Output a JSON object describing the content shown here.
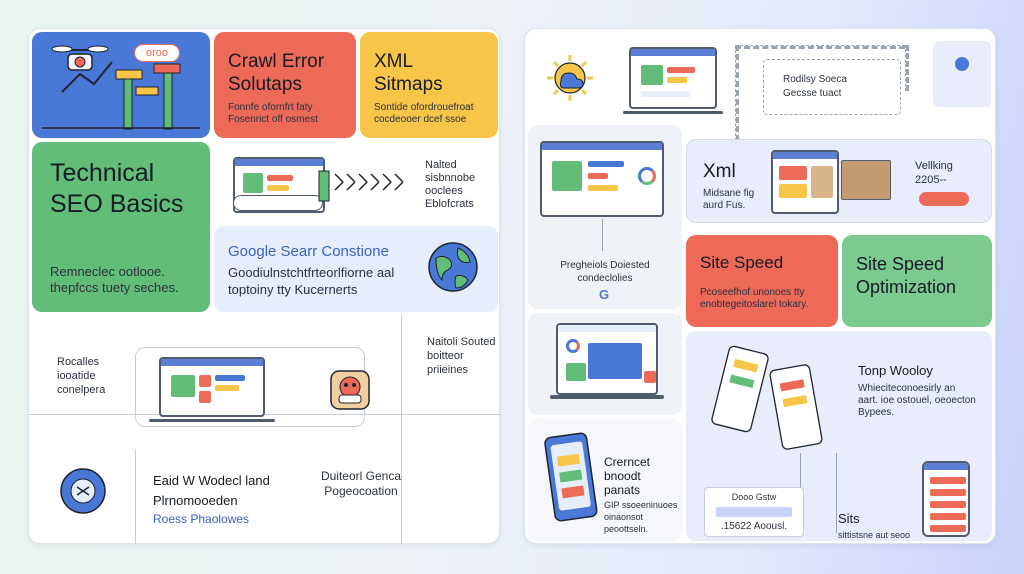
{
  "left": {
    "crawl_error": {
      "title": "Crawl Error Solutaps",
      "text": "Fonnfe ofornfrt faty Fosenrict off osmest"
    },
    "xml_sitemaps": {
      "title": "XML Sitmaps",
      "text": "Sontide ofordrouefroat cocdeooer dcef ssoe"
    },
    "technical": {
      "title": "Technical SEO Basics",
      "text": "Remneclec ootlooe. thepfccs tuety seches."
    },
    "flow_text": "Nalted sisbnnobe ooclees Eblofcrats",
    "google_console": {
      "title": "Google Searr Constione",
      "text": "Goodiulnstchtfrteorlfiorne aal toptoiny tty Kucernerts"
    },
    "recalles": "Rocalles iooatide conelpera",
    "nalioli": "Naitoli Souted boitteor priieines",
    "eaid": {
      "title": "Eaid W Wodecl land Plrnomooeden",
      "link": "Roess Phaolowes"
    },
    "duiteori": "Duiteorl Genca Pogeocoation",
    "badge": "oroo"
  },
  "right": {
    "rodile": "Rodilsy Soeca Gecsse tuact",
    "preghelis": "Pregheiols Doiested condeclolies",
    "xml": {
      "title": "Xml",
      "text": "Midsane fig aurd Fus."
    },
    "vellking": {
      "title": "Vellking",
      "sub": "2205--"
    },
    "site_speed": {
      "title": "Site Speed",
      "text": "Pcoseefhof unonoes tty enobtegeitoslarel tokary."
    },
    "site_speed_opt": {
      "title": "Site Speed Optimization"
    },
    "tonp": {
      "title": "Tonp Wooloy",
      "text": "Whieciteconoesirly an aart. ioe ostouel, oeoecton Bypees."
    },
    "cremcet": {
      "title": "Crerncet bnoodt panats",
      "text": "GIP ssoeeninuoes oinaonsot peoottseln."
    },
    "dooo": {
      "title": "Dooo Gstw",
      "value": ".15622 Aoousl."
    },
    "sits": {
      "title": "Sits",
      "text": "sittistsne aut seoo ocsitits."
    }
  },
  "colors": {
    "blue": "#4a78d6",
    "red": "#ed6a58",
    "yellow": "#f7c548",
    "green": "#62bd79",
    "lightblue": "#e6edfb"
  },
  "icons": [
    "drone-icon",
    "globe-icon",
    "sun-cloud-icon",
    "google-g-icon",
    "smartphone-icon",
    "arrows-icon",
    "bug-icon",
    "gear-icon"
  ]
}
